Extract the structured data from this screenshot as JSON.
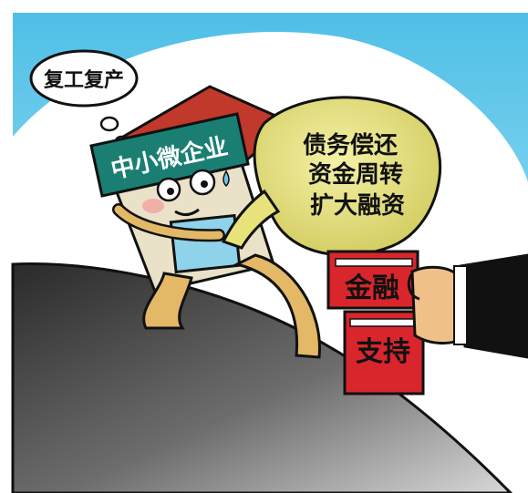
{
  "cartoon": {
    "thought_bubble_text": "复工复产",
    "house_sign_text": "中小微企业",
    "sack_lines": [
      "债务偿还",
      "资金周转",
      "扩大融资"
    ],
    "book_top_text": "金融",
    "book_bottom_text": "支持"
  },
  "colors": {
    "sky": "#5cc8ea",
    "hill_dark": "#3a3a3a",
    "house_roof": "#c0392b",
    "house_sign": "#1a7f72",
    "sack": "#e7e27a",
    "book_red": "#d9262c",
    "sleeve": "#111111"
  }
}
